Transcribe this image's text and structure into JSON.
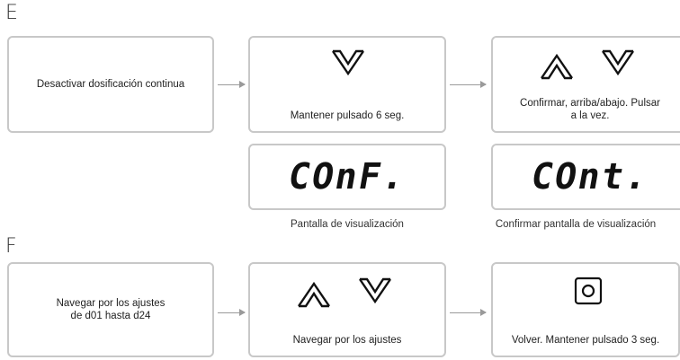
{
  "section_e": {
    "letter": "E",
    "step1": "Desactivar dosificación continua",
    "step2": "Mantener pulsado 6 seg.",
    "step3_line1": "Confirmar, arriba/abajo. Pulsar",
    "step3_line2": "a la vez.",
    "display1": "COnF.",
    "display1_caption": "Pantalla de visualización",
    "display2": "COnt.",
    "display2_caption": "Confirmar pantalla de visualización"
  },
  "section_f": {
    "letter": "F",
    "step1_line1": "Navegar por los ajustes",
    "step1_line2": "de d01 hasta d24",
    "step2": "Navegar por los ajustes",
    "step3": "Volver. Mantener pulsado 3 seg."
  },
  "icons": [
    "chevron-down-icon",
    "chevron-up-icon",
    "round-button-icon",
    "arrow-right-icon"
  ],
  "colors": {
    "box_border": "#c8c8c8",
    "arrow": "#9a9a9a",
    "text": "#222222"
  }
}
